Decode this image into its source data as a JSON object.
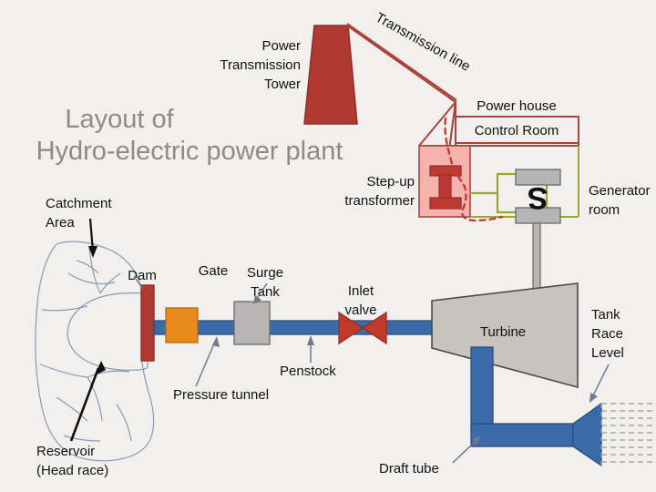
{
  "title": {
    "line1": "Layout of",
    "line2": "Hydro-electric power plant",
    "color": "#8d8a87"
  },
  "labels": {
    "power_transmission_tower_1": "Power",
    "power_transmission_tower_2": "Transmission",
    "power_transmission_tower_3": "Tower",
    "transmission_line": "Transmission line",
    "power_house": "Power house",
    "control_room": "Control Room",
    "step_up_transformer_1": "Step-up",
    "step_up_transformer_2": "transformer",
    "generator_room_1": "Generator",
    "generator_room_2": "room",
    "generator_symbol": "S",
    "catchment_area_1": "Catchment",
    "catchment_area_2": "Area",
    "reservoir_1": "Reservoir",
    "reservoir_2": "(Head race)",
    "dam": "Dam",
    "gate": "Gate",
    "surge_tank_1": "Surge",
    "surge_tank_2": "Tank",
    "pressure_tunnel": "Pressure tunnel",
    "penstock": "Penstock",
    "inlet_valve_1": "Inlet",
    "inlet_valve_2": "valve",
    "turbine": "Turbine",
    "draft_tube": "Draft tube",
    "tank_race_level_1": "Tank",
    "tank_race_level_2": "Race",
    "tank_race_level_3": "Level"
  },
  "colors": {
    "background": "#f1f0ee",
    "tower_red": "#b03a32",
    "tower_stroke": "#8f2f28",
    "transmission_line": "#a8453c",
    "powerhouse_stroke": "#a8453c",
    "transformer_fill": "#f4b3ad",
    "transformer_body": "#bc3a32",
    "generator_wire": "#9aa832",
    "generator_bar": "#b5b5b5",
    "dam_red": "#b03a32",
    "gate_orange": "#e8891c",
    "pipe_blue": "#3a6ba8",
    "pipe_stroke": "#2b4f7d",
    "surge_tank_gray": "#b8b6b4",
    "valve_red": "#c0392b",
    "turbine_gray": "#c7c4c0",
    "turbine_stroke": "#4a4a4a",
    "catchment_stroke": "#8a9ab0",
    "tailrace_dash": "#9a9a9a",
    "shaft_gray": "#b0aeac",
    "arrow_black": "#111111",
    "arrow_gray": "#6f7b8c",
    "text_dark": "#111111"
  }
}
